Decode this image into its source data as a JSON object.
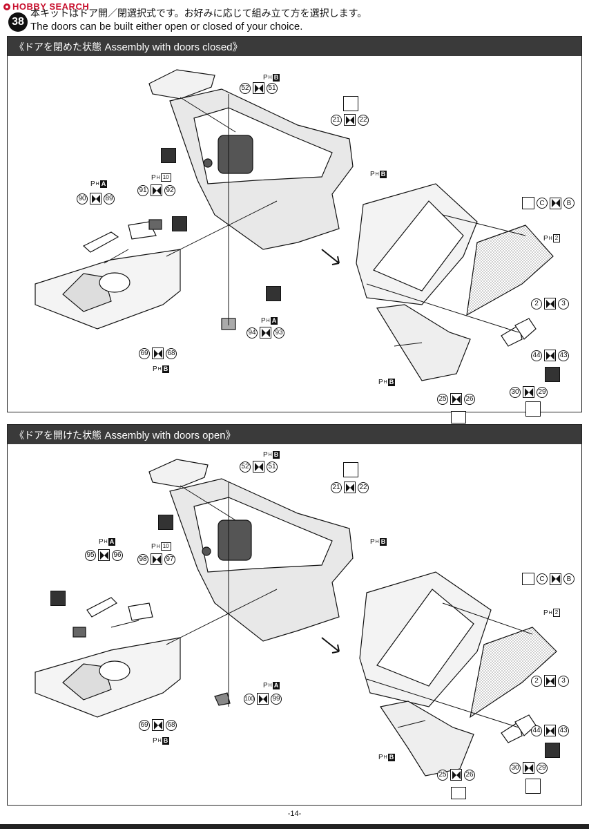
{
  "watermark": "HOBBY SEARCH",
  "step": {
    "number": "38",
    "text_jp": "本キットはドア開／閉選択式です。お好みに応じて組み立て方を選択します。",
    "text_en": "The doors can be built either open or closed of your choice."
  },
  "panels": [
    {
      "title": "《ドアを閉めた状態",
      "title_en": "Assembly with doors closed》",
      "parts": {
        "p52": "52",
        "p51": "51",
        "p21": "21",
        "p22": "22",
        "p90": "90",
        "p89": "89",
        "p91": "91",
        "p92": "92",
        "p94": "94",
        "p93": "93",
        "p69": "69",
        "p68": "68",
        "pC": "C",
        "pB": "B",
        "p2": "2",
        "p3": "3",
        "p44": "44",
        "p43": "43",
        "p30": "30",
        "p29": "29",
        "p25": "25",
        "p26": "26"
      },
      "tags": {
        "pb": "B",
        "pa": "A",
        "p10": "10",
        "p2": "2"
      }
    },
    {
      "title": "《ドアを開けた状態",
      "title_en": "Assembly with doors open》",
      "parts": {
        "p52": "52",
        "p51": "51",
        "p21": "21",
        "p22": "22",
        "p95": "95",
        "p96": "96",
        "p98": "98",
        "p97": "97",
        "p100": "100",
        "p99": "99",
        "p69": "69",
        "p68": "68",
        "pC": "C",
        "pB": "B",
        "p2": "2",
        "p3": "3",
        "p44": "44",
        "p43": "43",
        "p30": "30",
        "p29": "29",
        "p25": "25",
        "p26": "26"
      },
      "tags": {
        "pb": "B",
        "pa": "A",
        "p10": "10",
        "p2": "2"
      }
    }
  ],
  "page_number": "-14-"
}
